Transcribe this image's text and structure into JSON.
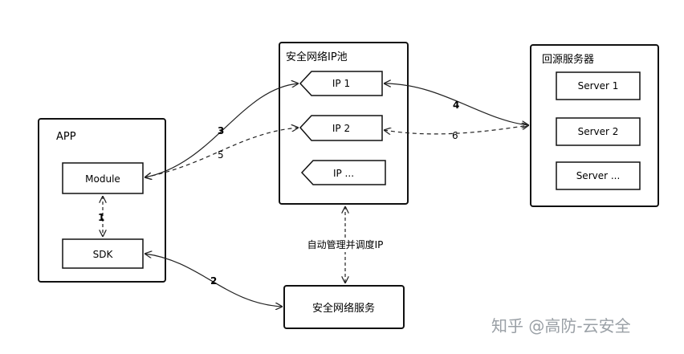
{
  "containers": {
    "app": "APP",
    "ip_pool": "安全网络IP池",
    "origin": "回源服务器"
  },
  "nodes": {
    "module": "Module",
    "sdk": "SDK",
    "ip1": "IP 1",
    "ip2": "IP 2",
    "ip_more": "IP ...",
    "server1": "Server 1",
    "server2": "Server 2",
    "server_more": "Server ...",
    "security_service": "安全网络服务"
  },
  "edges": {
    "e1": "1",
    "e2": "2",
    "e3": "3",
    "e4": "4",
    "e5": "5",
    "e6": "6",
    "manage": "自动管理并调度IP"
  },
  "watermark": "知乎 @高防-云安全"
}
